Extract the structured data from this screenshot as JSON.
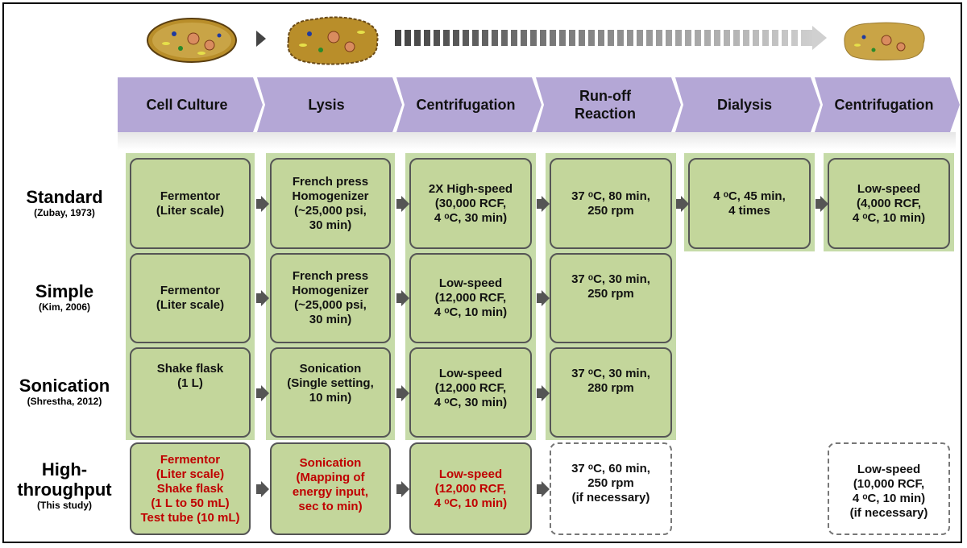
{
  "stages": [
    "Cell Culture",
    "Lysis",
    "Centrifugation",
    "Run-off\nReaction",
    "Dialysis",
    "Centrifugation"
  ],
  "rows": [
    {
      "name": "Standard",
      "ref": "(Zubay, 1973)"
    },
    {
      "name": "Simple",
      "ref": "(Kim, 2006)"
    },
    {
      "name": "Sonication",
      "ref": "(Shrestha, 2012)"
    },
    {
      "name": "High-\nthroughput",
      "ref": "(This study)"
    }
  ],
  "cells": {
    "standard": [
      "Fermentor\n(Liter scale)",
      "French press\nHomogenizer\n(~25,000 psi,\n30 min)",
      "2X High-speed\n(30,000 RCF,\n4 ᵒC, 30 min)",
      "37 ᵒC, 80 min,\n250 rpm",
      "4 ᵒC, 45 min,\n4 times",
      "Low-speed\n(4,000 RCF,\n4 ᵒC, 10 min)"
    ],
    "simple": [
      "Fermentor\n(Liter scale)",
      "French press\nHomogenizer\n(~25,000 psi,\n30 min)",
      "Low-speed\n(12,000 RCF,\n4 ᵒC, 10 min)",
      "37 ᵒC, 30 min,\n250 rpm"
    ],
    "sonication": [
      "Shake flask\n(1 L)",
      "Sonication\n(Single setting,\n10 min)",
      "Low-speed\n(12,000 RCF,\n4 ᵒC, 30 min)",
      "37 ᵒC, 30 min,\n280 rpm"
    ],
    "high_throughput": [
      "Fermentor\n(Liter scale)\nShake flask\n(1 L to 50 mL)\nTest tube (10 mL)",
      "Sonication\n(Mapping of\nenergy input,\nsec to min)",
      "Low-speed\n(12,000 RCF,\n4 ᵒC, 10 min)",
      "37 ᵒC, 60 min,\n250 rpm\n(if necessary)",
      "Low-speed\n(10,000 RCF,\n4 ᵒC, 10 min)\n(if necessary)"
    ]
  },
  "colors": {
    "chevron": "#b4a7d6",
    "box": "#c3d69b",
    "column_bg": "#c6dba8",
    "highlight_text": "#c00000"
  }
}
